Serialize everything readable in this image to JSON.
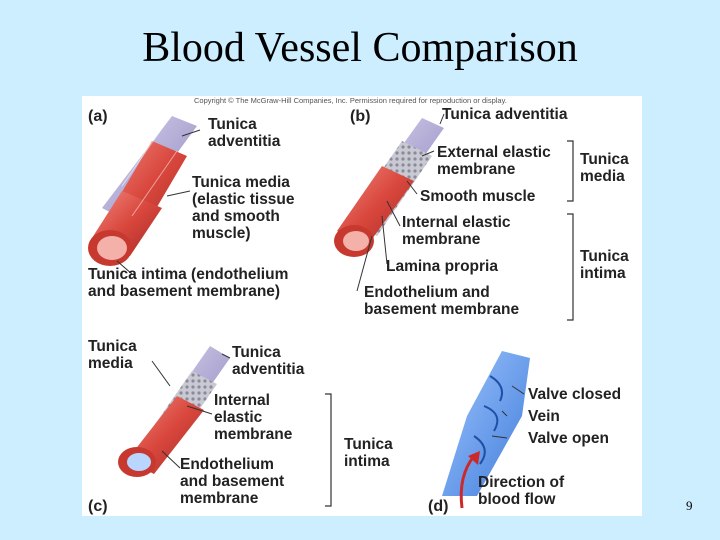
{
  "slide": {
    "title": "Blood Vessel Comparison",
    "page_number": "9"
  },
  "figure": {
    "copyright": "Copyright © The McGraw-Hill Companies, Inc. Permission required for reproduction or display.",
    "panel_a": {
      "letter": "(a)",
      "adventitia": "Tunica\nadventitia",
      "media": "Tunica media\n(elastic tissue\nand smooth\nmuscle)",
      "intima": "Tunica intima (endothelium\nand basement membrane)"
    },
    "panel_b": {
      "letter": "(b)",
      "adventitia": "Tunica adventitia",
      "external_elastic": "External elastic\nmembrane",
      "smooth_muscle": "Smooth muscle",
      "internal_elastic": "Internal elastic\nmembrane",
      "lamina_propria": "Lamina propria",
      "endothelium": "Endothelium and\nbasement membrane",
      "bracket_media": "Tunica\nmedia",
      "bracket_intima": "Tunica\nintima"
    },
    "panel_c": {
      "letter": "(c)",
      "media": "Tunica\nmedia",
      "adventitia": "Tunica\nadventitia",
      "internal_elastic": "Internal\nelastic\nmembrane",
      "endothelium": "Endothelium\nand basement\nmembrane",
      "bracket_intima": "Tunica\nintima"
    },
    "panel_d": {
      "letter": "(d)",
      "valve_closed": "Valve closed",
      "vein": "Vein",
      "valve_open": "Valve open",
      "direction": "Direction of\nblood flow"
    }
  }
}
